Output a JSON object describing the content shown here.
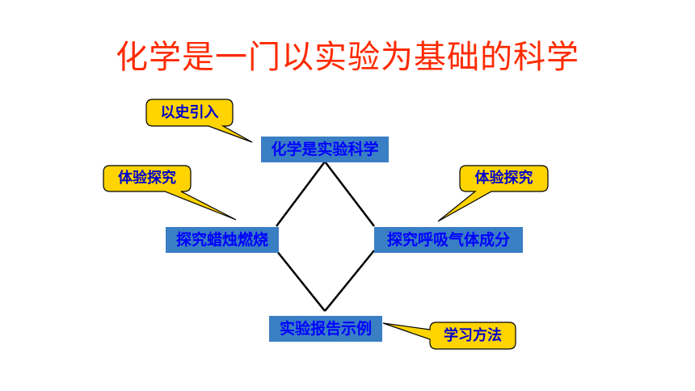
{
  "title": "化学是一门以实验为基础的科学",
  "nodes": {
    "top": "化学是实验科学",
    "left": "探究蜡烛燃烧",
    "right": "探究呼吸气体成分",
    "bottom": "实验报告示例"
  },
  "callouts": {
    "history": "以史引入",
    "experience_left": "体验探究",
    "experience_right": "体验探究",
    "method": "学习方法"
  },
  "colors": {
    "title": "#ff2a00",
    "box_fill": "#3a7fc4",
    "box_text": "#0000ff",
    "callout_fill": "#ffd400",
    "callout_text": "#0000cc"
  }
}
